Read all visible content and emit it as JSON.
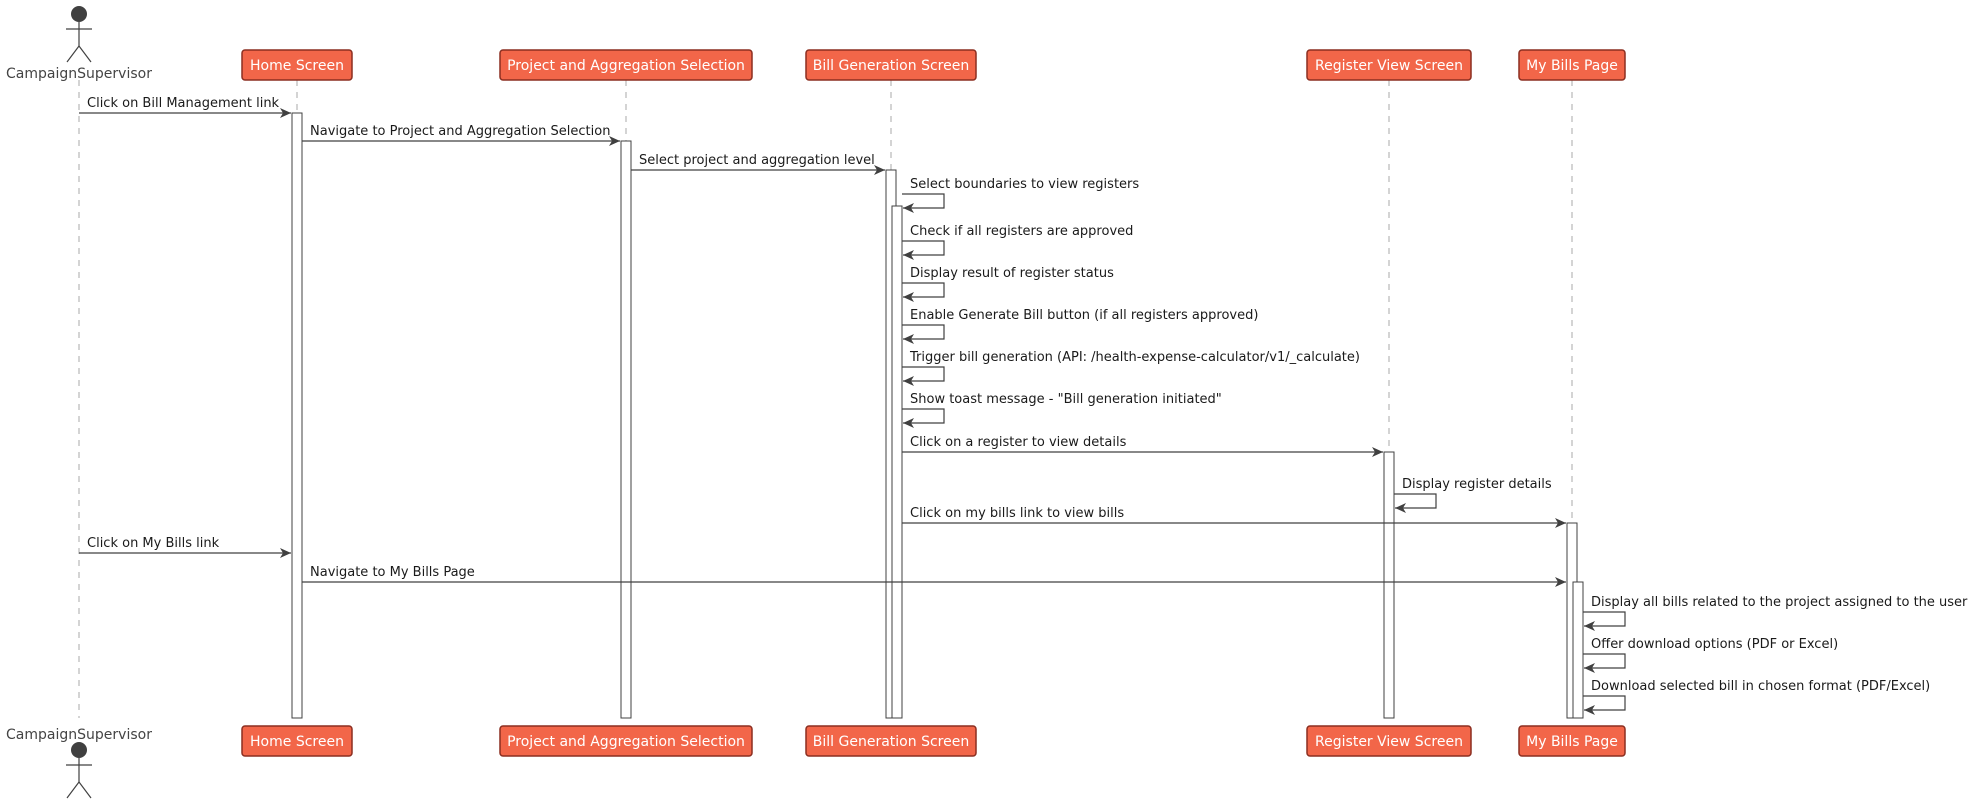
{
  "participants": [
    {
      "id": "cs",
      "label": "CampaignSupervisor",
      "kind": "actor"
    },
    {
      "id": "home",
      "label": "Home Screen",
      "kind": "box"
    },
    {
      "id": "proj",
      "label": "Project and Aggregation Selection",
      "kind": "box"
    },
    {
      "id": "bill",
      "label": "Bill Generation Screen",
      "kind": "box"
    },
    {
      "id": "reg",
      "label": "Register View Screen",
      "kind": "box"
    },
    {
      "id": "mybills",
      "label": "My Bills Page",
      "kind": "box"
    }
  ],
  "messages": [
    {
      "from": "cs",
      "to": "home",
      "label": "Click on Bill Management link"
    },
    {
      "from": "home",
      "to": "proj",
      "label": "Navigate to Project and Aggregation Selection"
    },
    {
      "from": "proj",
      "to": "bill",
      "label": "Select project and aggregation level"
    },
    {
      "from": "bill",
      "to": "bill",
      "label": "Select boundaries to view registers"
    },
    {
      "from": "bill",
      "to": "bill",
      "label": "Check if all registers are approved"
    },
    {
      "from": "bill",
      "to": "bill",
      "label": "Display result of register status"
    },
    {
      "from": "bill",
      "to": "bill",
      "label": "Enable Generate Bill button (if all registers approved)"
    },
    {
      "from": "bill",
      "to": "bill",
      "label": "Trigger bill generation (API: /health-expense-calculator/v1/_calculate)"
    },
    {
      "from": "bill",
      "to": "bill",
      "label": "Show toast message - \"Bill generation initiated\""
    },
    {
      "from": "bill",
      "to": "reg",
      "label": "Click on a register to view details"
    },
    {
      "from": "reg",
      "to": "reg",
      "label": "Display register details"
    },
    {
      "from": "bill",
      "to": "mybills",
      "label": "Click on my bills link to view bills"
    },
    {
      "from": "cs",
      "to": "home",
      "label": "Click on My Bills link"
    },
    {
      "from": "home",
      "to": "mybills",
      "label": "Navigate to My Bills Page"
    },
    {
      "from": "mybills",
      "to": "mybills",
      "label": "Display all bills related to the project assigned to the user"
    },
    {
      "from": "mybills",
      "to": "mybills",
      "label": "Offer download options (PDF or Excel)"
    },
    {
      "from": "mybills",
      "to": "mybills",
      "label": "Download selected bill in chosen format (PDF/Excel)"
    }
  ],
  "colors": {
    "participant_fill": "#F26649",
    "participant_border": "#8B2E20",
    "participant_text": "#FFFFFF",
    "line": "#404040",
    "lifeline": "#A8A8A8",
    "actor": "#404040",
    "text": "#1a1a1a"
  }
}
